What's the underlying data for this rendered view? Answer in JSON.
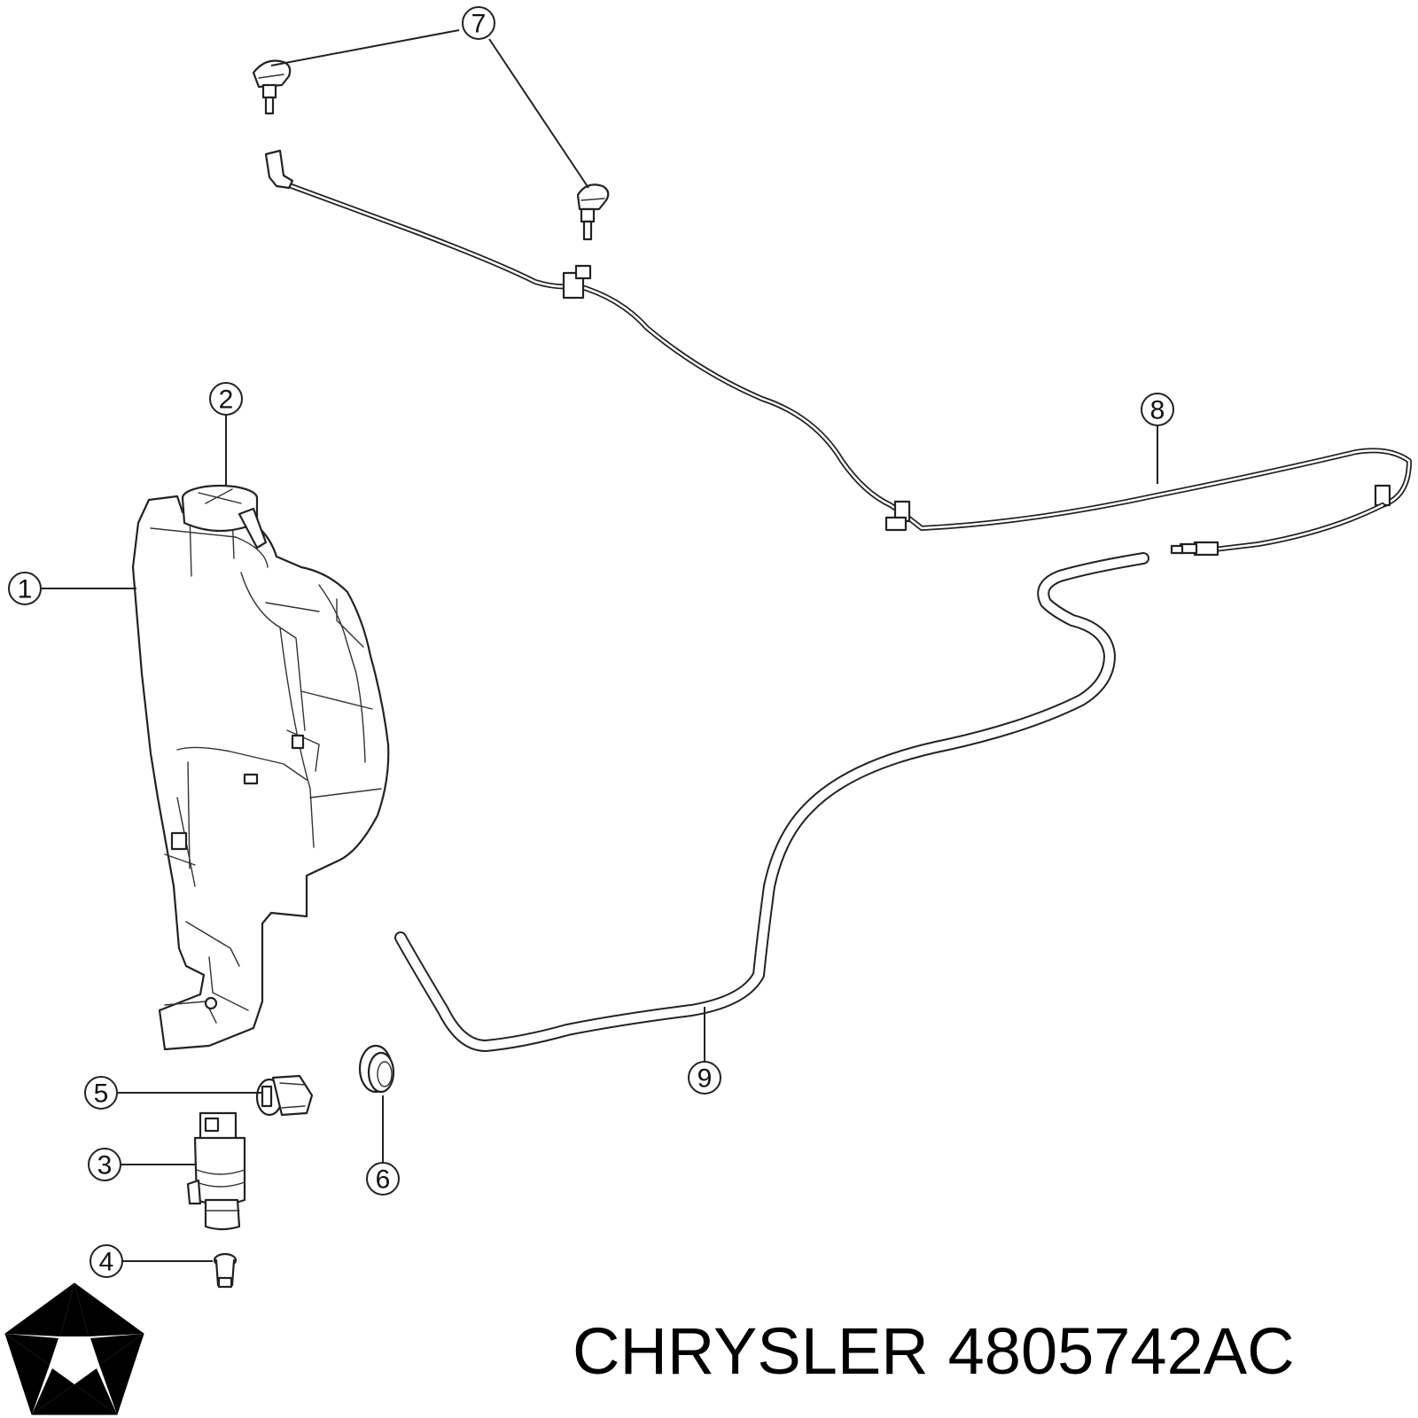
{
  "callouts": [
    {
      "id": "1",
      "label": "1"
    },
    {
      "id": "2",
      "label": "2"
    },
    {
      "id": "3",
      "label": "3"
    },
    {
      "id": "4",
      "label": "4"
    },
    {
      "id": "5",
      "label": "5"
    },
    {
      "id": "6",
      "label": "6"
    },
    {
      "id": "7",
      "label": "7"
    },
    {
      "id": "8",
      "label": "8"
    },
    {
      "id": "9",
      "label": "9"
    }
  ],
  "footer": {
    "brand": "CHRYSLER",
    "part_number": "4805742AC"
  },
  "colors": {
    "line": "#222222",
    "background": "#ffffff"
  },
  "logo_icon": "pentastar-logo-icon"
}
